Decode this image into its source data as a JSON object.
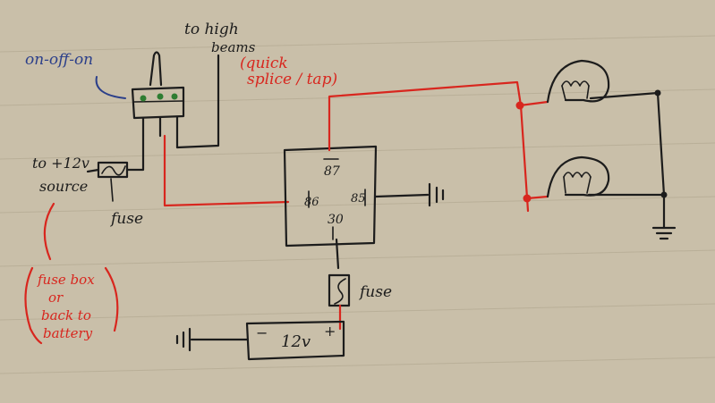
{
  "labels": {
    "switch_type": "on-off-on",
    "to_high": "to high",
    "beams": "beams",
    "splice_line1": "(quick",
    "splice_line2": "splice / tap)",
    "to_12v": "to +12v",
    "source": "source",
    "fuse_left": "fuse",
    "fuse_box_1": "fuse box",
    "fuse_box_2": "or",
    "fuse_box_3": "back to",
    "fuse_box_4": "battery",
    "fuse_bottom": "fuse",
    "relay_87": "87",
    "relay_86": "86",
    "relay_85": "85",
    "relay_30": "30",
    "battery_minus": "−",
    "battery_plus": "+",
    "battery_voltage": "12v"
  },
  "colors": {
    "paper": "#c9bfa9",
    "ink": "#1c1c1c",
    "red_wire": "#d8261e",
    "blue_ink": "#2b3f8a",
    "green_pin": "#2e7d32"
  }
}
